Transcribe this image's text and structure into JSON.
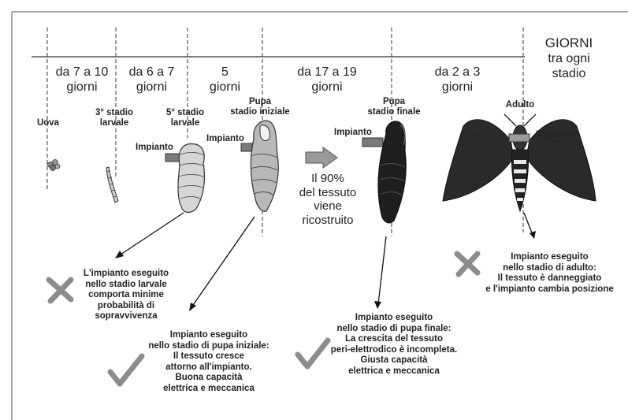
{
  "header": {
    "title": "GIORNI",
    "subtitle_line1": "tra ogni",
    "subtitle_line2": "stadio"
  },
  "periods": [
    {
      "line1": "da 7 a 10",
      "line2": "giorni"
    },
    {
      "line1": "da 6 a 7",
      "line2": "giorni"
    },
    {
      "line1": "5",
      "line2": "giorni"
    },
    {
      "line1": "da 17 a 19",
      "line2": "giorni"
    },
    {
      "line1": "da 2 a 3",
      "line2": "giorni"
    }
  ],
  "stages": {
    "egg": "Uova",
    "larva3_line1": "3° stadio",
    "larva3_line2": "larvale",
    "larva5_line1": "5° stadio",
    "larva5_line2": "larvale",
    "pupa_early_line1": "Pupa",
    "pupa_early_line2": "stadio iniziale",
    "pupa_late_line1": "Pupa",
    "pupa_late_line2": "stadio finale",
    "adult": "Adulto"
  },
  "implant_label": "Impianto",
  "middle_text": [
    "Il 90%",
    "del tessuto",
    "viene",
    "ricostruito"
  ],
  "notes": {
    "larval": [
      "L'impianto eseguito",
      "nello stadio larvale",
      "comporta minime",
      "probabilità di",
      "sopravvivenza"
    ],
    "early_pupa": [
      "Impianto eseguito",
      "nello stadio di pupa iniziale:",
      "Il tessuto cresce",
      "attorno all'impianto.",
      "Buona capacità",
      "elettrica e meccanica"
    ],
    "late_pupa": [
      "Impianto eseguito",
      "nello stadio di pupa finale:",
      "La crescita del tessuto",
      "peri-elettrodico è incompleta.",
      "Giusta capacità",
      "elettrica e meccanica"
    ],
    "adult": [
      "Impianto eseguito",
      "nello stadio di adulto:",
      "Il tessuto è danneggiato",
      "e l'impianto cambia posizione"
    ]
  },
  "icons": {
    "cross": "cross-mark-icon",
    "check": "check-mark-icon"
  },
  "colors": {
    "line": "#333333",
    "implant": "#7a7a7a",
    "larva": "#d6d6d6",
    "pupa_early": "#b8b8b8",
    "pupa_late": "#1e1e1e",
    "adult": "#2a2a2a",
    "arrow_fill": "#9a9a9a",
    "icon_grey": "#8c8c8c"
  }
}
